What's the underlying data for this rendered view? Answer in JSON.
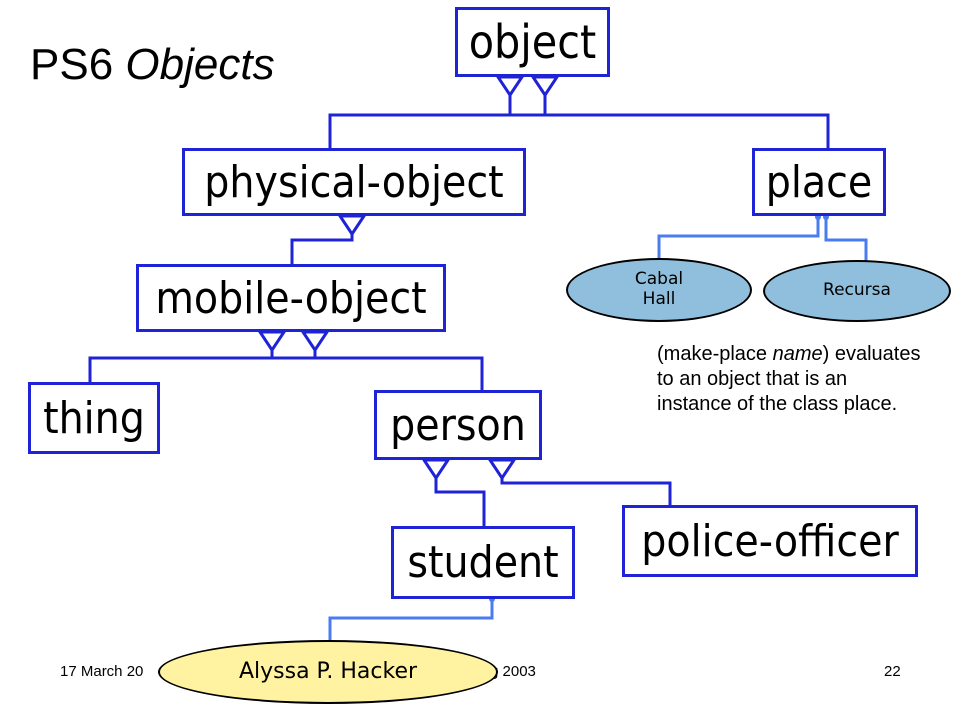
{
  "title": {
    "main": "PS6",
    "emphasis": "Objects"
  },
  "classes": {
    "object": "object",
    "place": "place",
    "physical_object": "physical-object",
    "mobile_object": "mobile-object",
    "thing": "thing",
    "person": "person",
    "student": "student",
    "police_officer": "police-officer"
  },
  "instances": {
    "cabal_hall": "Cabal\nHall",
    "recursa": "Recursa",
    "alyssa": "Alyssa P. Hacker"
  },
  "note": {
    "prefix": "(make-place ",
    "arg": "name",
    "suffix": ") evaluates to an object that is an instance of the class place."
  },
  "footer": {
    "left": "17 March 20",
    "center": "g 2003",
    "page": "22"
  },
  "colors": {
    "inheritance_line": "#1f23d6",
    "instance_line": "#4a7cf0",
    "place_instance_fill": "#8fbfdc",
    "student_instance_fill": "#fff2a0"
  }
}
